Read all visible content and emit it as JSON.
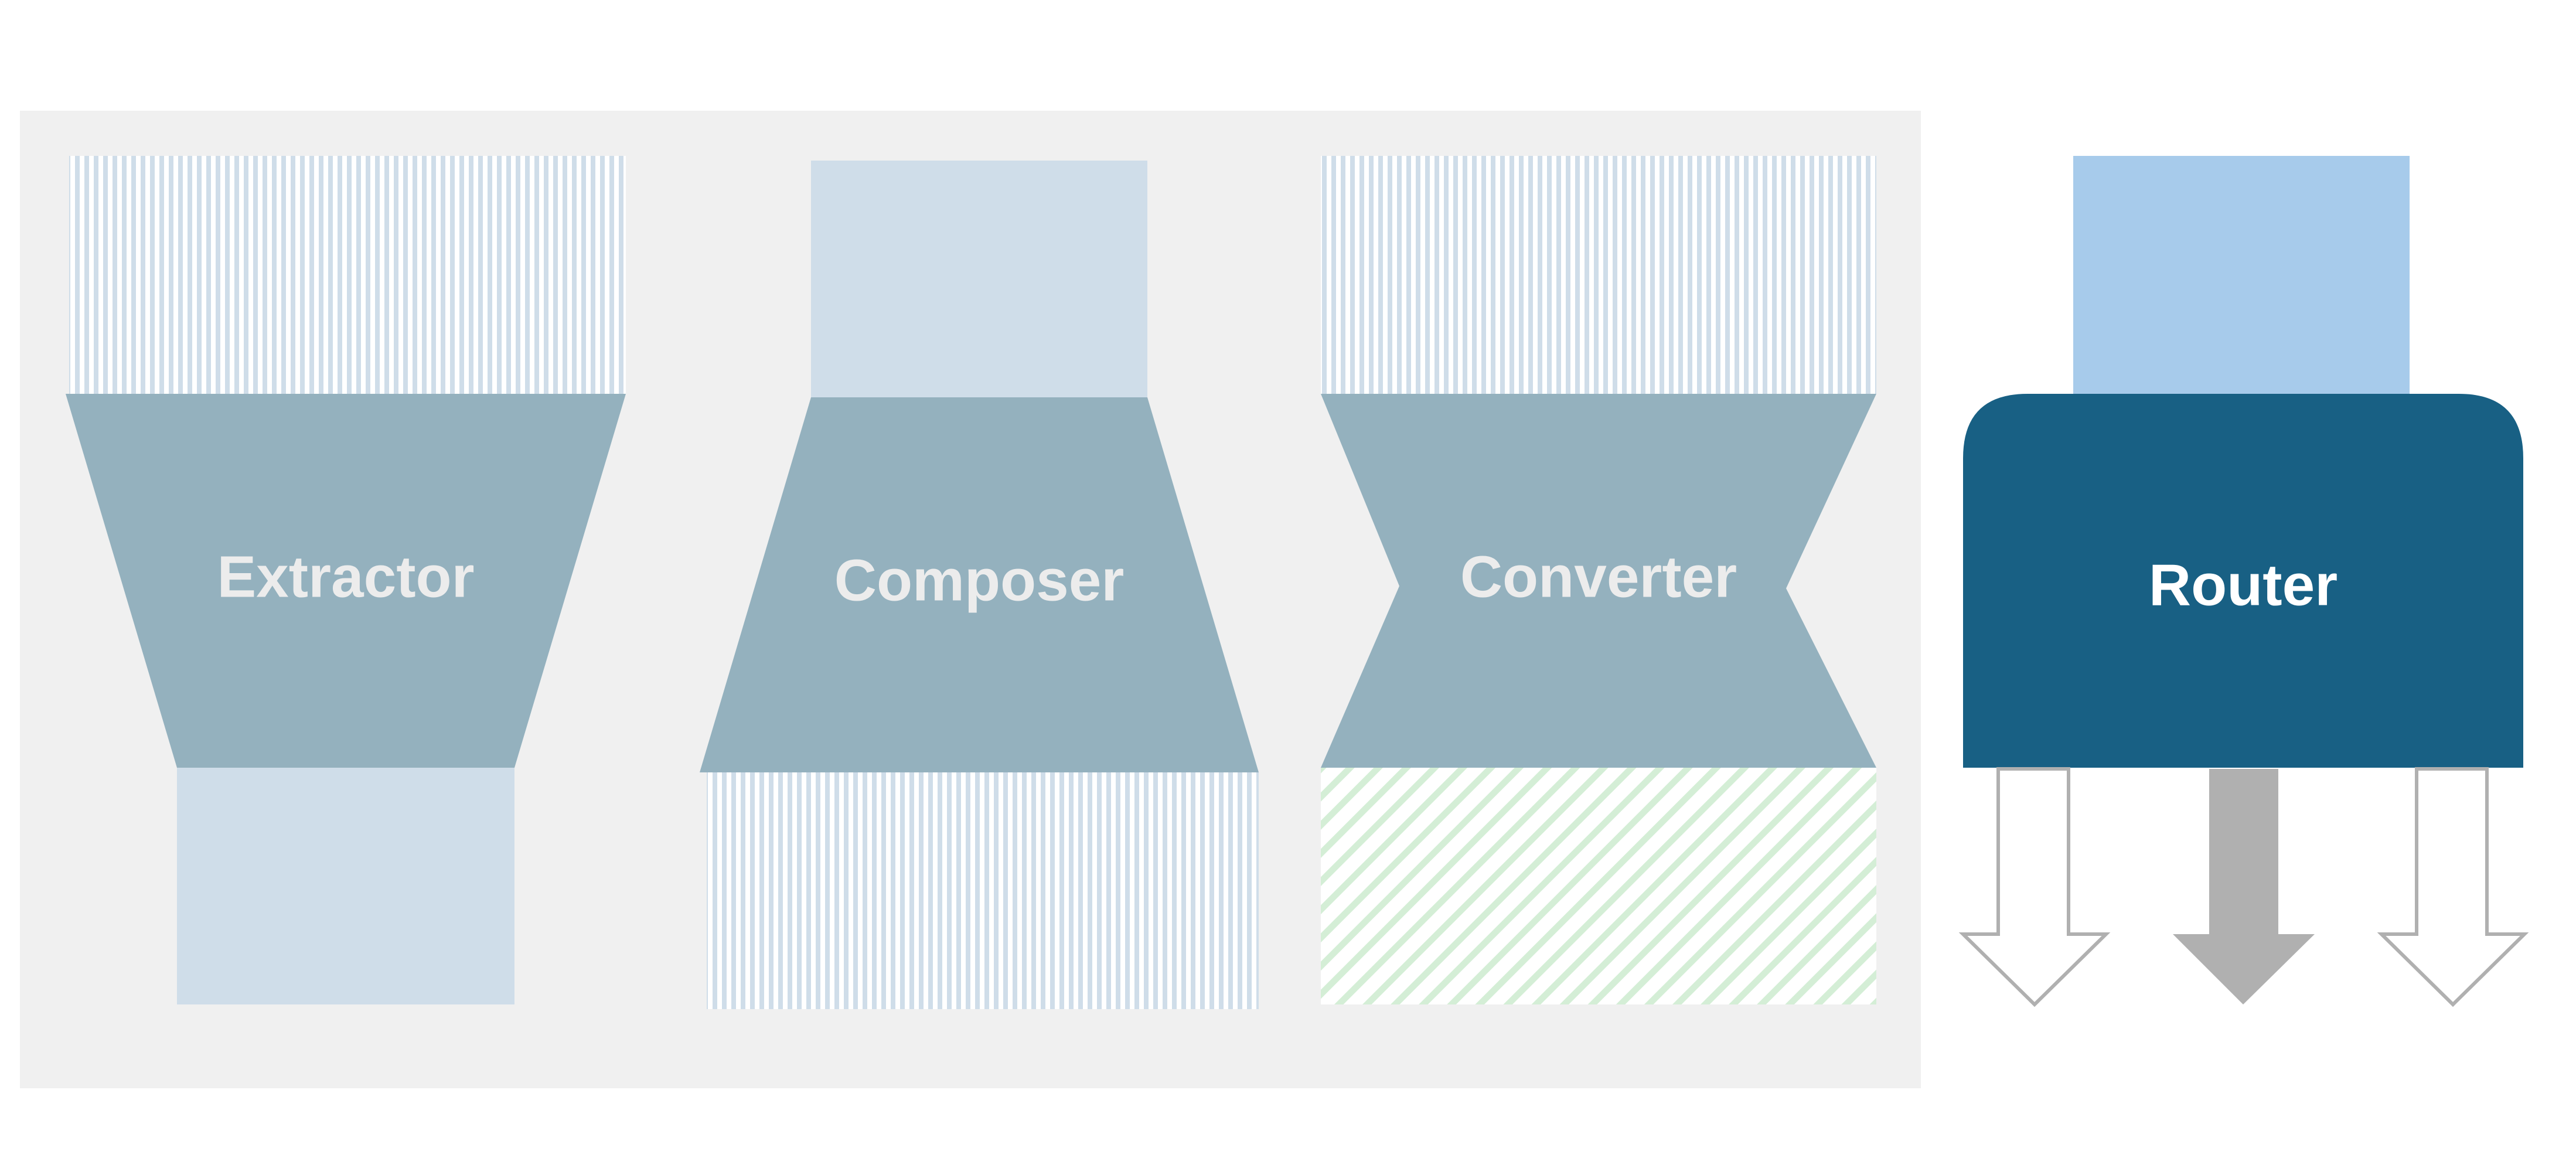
{
  "nodes": [
    {
      "id": "extractor",
      "label": "Extractor"
    },
    {
      "id": "composer",
      "label": "Composer"
    },
    {
      "id": "converter",
      "label": "Converter"
    },
    {
      "id": "router",
      "label": "Router"
    }
  ],
  "colors": {
    "panel_bg": "#f0f0f0",
    "body_fill": "#94b1be",
    "light_box": "#cfdde9",
    "stripe": "#cfdde9",
    "hatch": "#d4eed6",
    "router_body": "#186084",
    "router_input": "#a7cbeb",
    "arrow_gray": "#b0b0b0",
    "label_light": "#ececec",
    "label_white": "#ffffff"
  },
  "router": {
    "outputs": [
      {
        "style": "outline-arrow"
      },
      {
        "style": "filled-arrow"
      },
      {
        "style": "outline-arrow"
      }
    ]
  }
}
